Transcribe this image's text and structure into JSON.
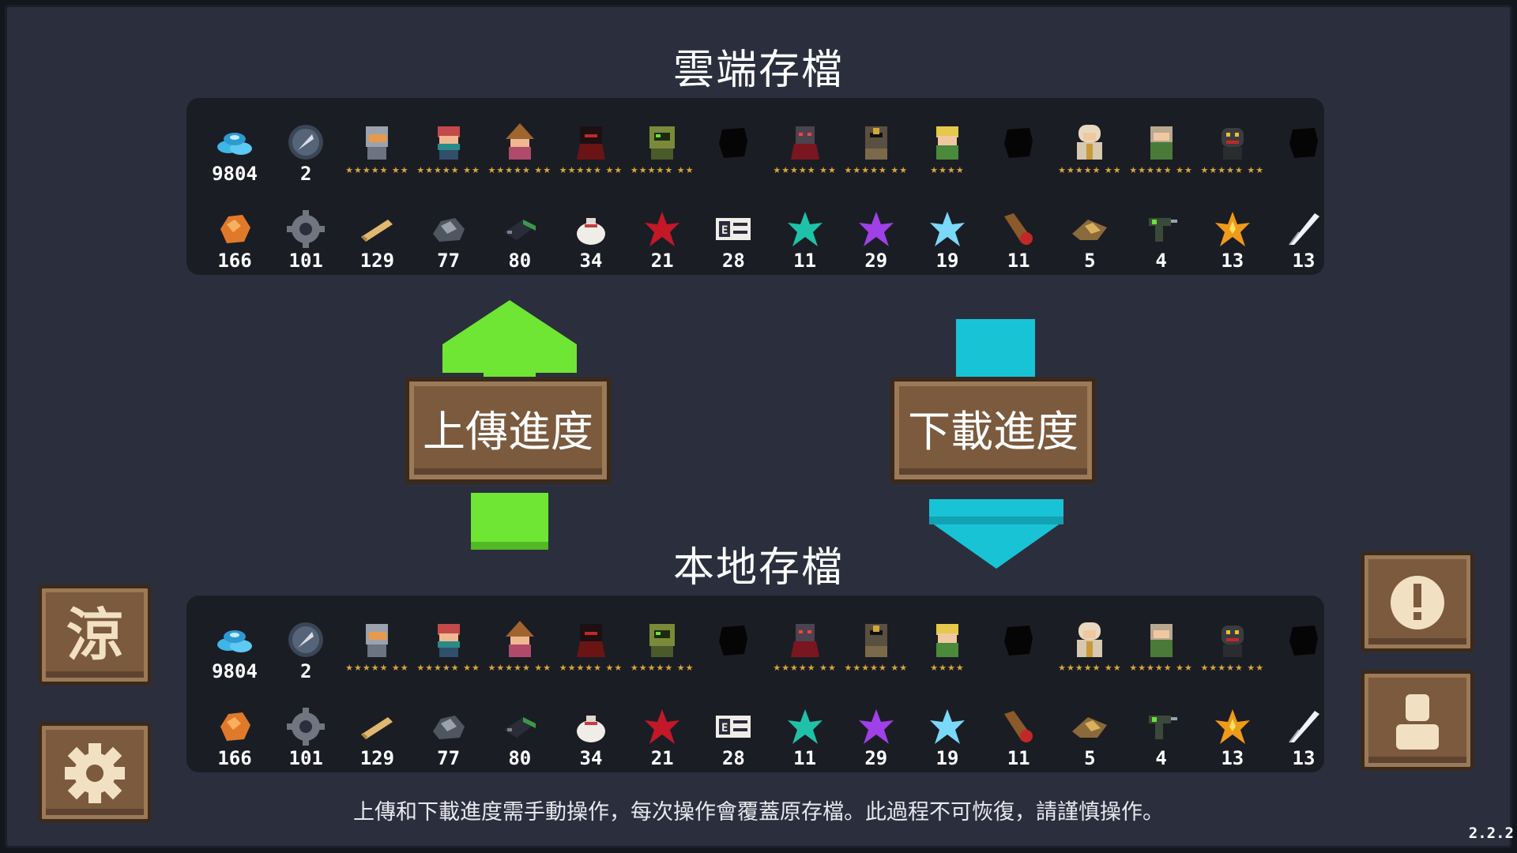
{
  "cloud_section": {
    "title": "雲端存檔"
  },
  "local_section": {
    "title": "本地存檔"
  },
  "actions": {
    "upload_label": "上傳進度",
    "download_label": "下載進度"
  },
  "footer_note": "上傳和下載進度需手動操作，每次操作會覆蓋原存檔。此過程不可恢復，請謹慎操作。",
  "version": "2.2.2",
  "side_buttons": {
    "cool_label": "涼"
  },
  "colors": {
    "upload_arrow": "#6ee633",
    "download_arrow": "#19c3d6",
    "wood": "#7b5a3e",
    "star": "#d6a63a"
  },
  "top_row": [
    {
      "icon": "gem-icon",
      "count": "9804",
      "stars": ""
    },
    {
      "icon": "feather-token-icon",
      "count": "2",
      "stars": ""
    },
    {
      "icon": "knight-icon",
      "count": "",
      "stars": "★★★★★ ★★"
    },
    {
      "icon": "rogue-icon",
      "count": "",
      "stars": "★★★★★ ★★"
    },
    {
      "icon": "wizard-icon",
      "count": "",
      "stars": "★★★★★ ★★"
    },
    {
      "icon": "assassin-icon",
      "count": "",
      "stars": "★★★★★ ★★"
    },
    {
      "icon": "engineer-icon",
      "count": "",
      "stars": "★★★★★ ★★"
    },
    {
      "icon": "locked-hero-icon",
      "count": "",
      "stars": ""
    },
    {
      "icon": "vampire-icon",
      "count": "",
      "stars": "★★★★★ ★★"
    },
    {
      "icon": "paladin-icon",
      "count": "",
      "stars": "★★★★★ ★★"
    },
    {
      "icon": "elf-icon",
      "count": "",
      "stars": "★★★★"
    },
    {
      "icon": "locked-hero-icon",
      "count": "",
      "stars": ""
    },
    {
      "icon": "priest-icon",
      "count": "",
      "stars": "★★★★★ ★★"
    },
    {
      "icon": "druid-icon",
      "count": "",
      "stars": "★★★★★ ★★"
    },
    {
      "icon": "robot-icon",
      "count": "",
      "stars": "★★★★★ ★★"
    },
    {
      "icon": "locked-hero-icon",
      "count": "",
      "stars": ""
    }
  ],
  "bottom_row": [
    {
      "icon": "ore-icon",
      "count": "166"
    },
    {
      "icon": "gear-part-icon",
      "count": "101"
    },
    {
      "icon": "wood-plank-icon",
      "count": "129"
    },
    {
      "icon": "stone-icon",
      "count": "77"
    },
    {
      "icon": "battery-icon",
      "count": "80"
    },
    {
      "icon": "bag-icon",
      "count": "34"
    },
    {
      "icon": "red-crystal-icon",
      "count": "21"
    },
    {
      "icon": "chip-card-icon",
      "count": "28"
    },
    {
      "icon": "teal-crystal-icon",
      "count": "11"
    },
    {
      "icon": "purple-crystal-icon",
      "count": "29"
    },
    {
      "icon": "blue-crystal-icon",
      "count": "19"
    },
    {
      "icon": "horn-icon",
      "count": "11"
    },
    {
      "icon": "shell-icon",
      "count": "5"
    },
    {
      "icon": "pistol-part-icon",
      "count": "4"
    },
    {
      "icon": "fire-crystal-icon",
      "count": "13"
    },
    {
      "icon": "white-feather-icon",
      "count": "13"
    }
  ]
}
